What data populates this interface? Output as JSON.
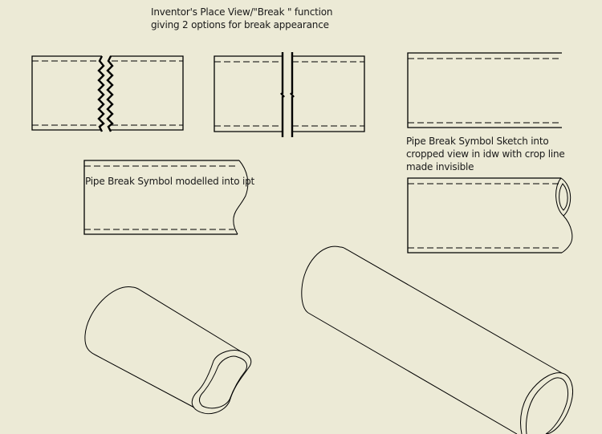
{
  "captions": {
    "title_line1": "Inventor's Place View/\"Break \" function",
    "title_line2": "giving 2 options for break appearance",
    "modelled_ipt": "Pipe Break Symbol modelled into ipt",
    "sketch_line1": "Pipe Break Symbol Sketch into",
    "sketch_line2": "cropped view in idw with crop line",
    "sketch_line3": "made invisible"
  },
  "figures": [
    {
      "id": "zigzag-break-view",
      "description": "pipe side view with zigzag break lines"
    },
    {
      "id": "structural-break-view",
      "description": "pipe side view with straight break lines"
    },
    {
      "id": "cropped-view-plain",
      "description": "cropped pipe view, crop line invisible"
    },
    {
      "id": "ipt-modelled-break",
      "description": "pipe side view with S-curve break modelled in ipt"
    },
    {
      "id": "idw-sketch-break",
      "description": "pipe side view with sketched pipe break symbol"
    },
    {
      "id": "iso-pipe-broken",
      "description": "isometric pipe with modelled break end"
    },
    {
      "id": "iso-pipe-full",
      "description": "isometric full pipe with open end"
    }
  ],
  "colors": {
    "background": "#ecead6",
    "line": "#000000"
  }
}
